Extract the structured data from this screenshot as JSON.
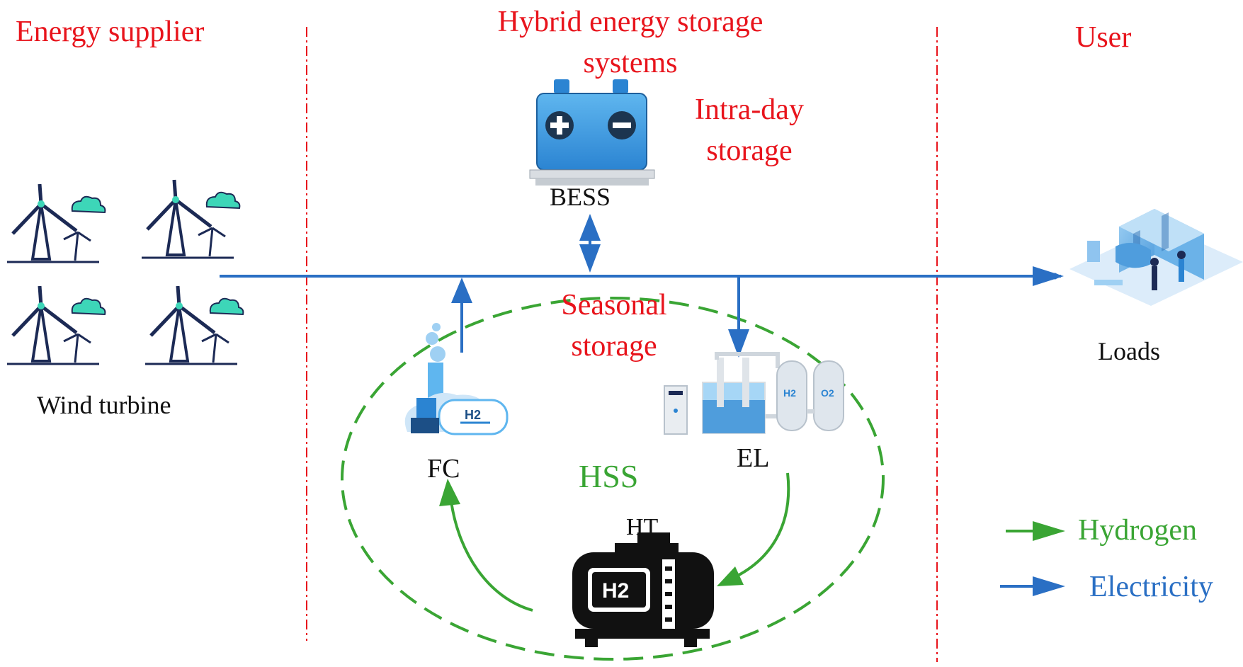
{
  "sections": {
    "supplier": "Energy supplier",
    "hess_line1": "Hybrid energy storage",
    "hess_line2": "systems",
    "user": "User"
  },
  "storage": {
    "intra_line1": "Intra-day",
    "intra_line2": "storage",
    "seasonal_line1": "Seasonal",
    "seasonal_line2": "storage"
  },
  "components": {
    "wind": "Wind turbine",
    "bess": "BESS",
    "loads": "Loads",
    "fc": "FC",
    "el": "EL",
    "hss": "HSS",
    "ht": "HT",
    "h2_tank": "H2",
    "h2_fc": "H2",
    "h2_el": "H2",
    "o2_el": "O2"
  },
  "legend": {
    "hydrogen": "Hydrogen",
    "electricity": "Electricity"
  },
  "colors": {
    "section_title": "#e8141c",
    "hydrogen": "#3aa534",
    "electricity": "#2a6fc4",
    "divider": "#e8141c"
  }
}
